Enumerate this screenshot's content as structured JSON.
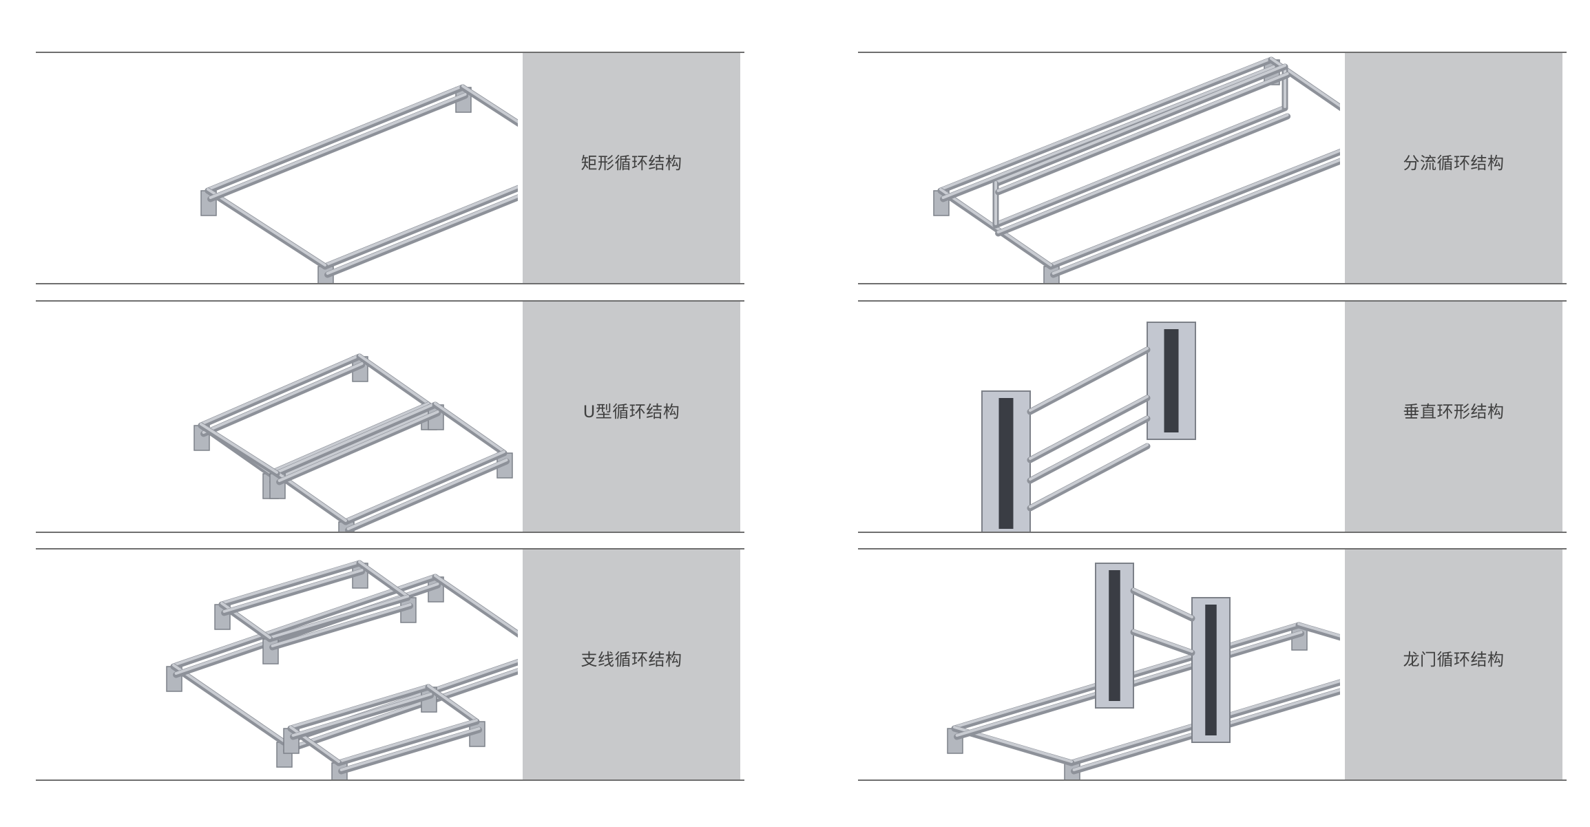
{
  "panels": [
    {
      "label": "矩形循环结构",
      "icon": "rectangular-loop-illustration"
    },
    {
      "label": "分流循环结构",
      "icon": "split-flow-loop-illustration"
    },
    {
      "label": "U型循环结构",
      "icon": "u-shaped-loop-illustration"
    },
    {
      "label": "垂直环形结构",
      "icon": "vertical-loop-illustration"
    },
    {
      "label": "支线循环结构",
      "icon": "branch-loop-illustration"
    },
    {
      "label": "龙门循环结构",
      "icon": "gantry-loop-illustration"
    }
  ],
  "colors": {
    "box": "#c8c9cb",
    "rule": "#6e6e6e",
    "metal": "#a9adb5"
  }
}
